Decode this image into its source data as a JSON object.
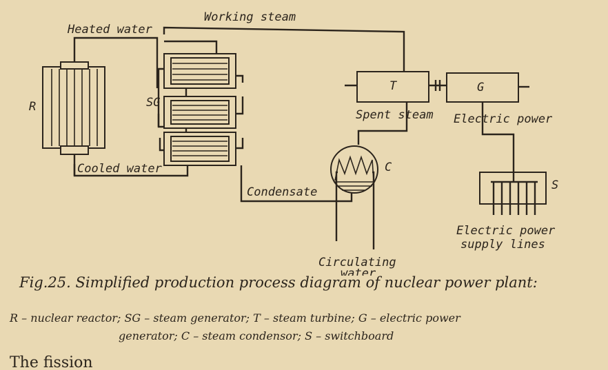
{
  "labels": {
    "working_steam": "Working steam",
    "heated_water": "Heated water",
    "reactor": "R",
    "steam_generator": "SG",
    "turbine": "T",
    "generator": "G",
    "spent_steam": "Spent steam",
    "electric_power": "Electric power",
    "cooled_water": "Cooled water",
    "condenser": "C",
    "condensate": "Condensate",
    "switchboard": "S",
    "supply_lines_1": "Electric power",
    "supply_lines_2": "supply lines",
    "circulating_1": "Circulating",
    "circulating_2": "water"
  },
  "caption": {
    "title": "Fig.25. Simplified production process diagram of nuclear power plant:",
    "legend_line1": "R – nuclear reactor; SG – steam generator; T – steam turbine; G – electric power",
    "legend_line2": "generator; C – steam condensor; S – switchboard",
    "body_fragment": "The fission"
  },
  "colors": {
    "paper": "#e9d9b3",
    "ink": "#2b241c"
  }
}
